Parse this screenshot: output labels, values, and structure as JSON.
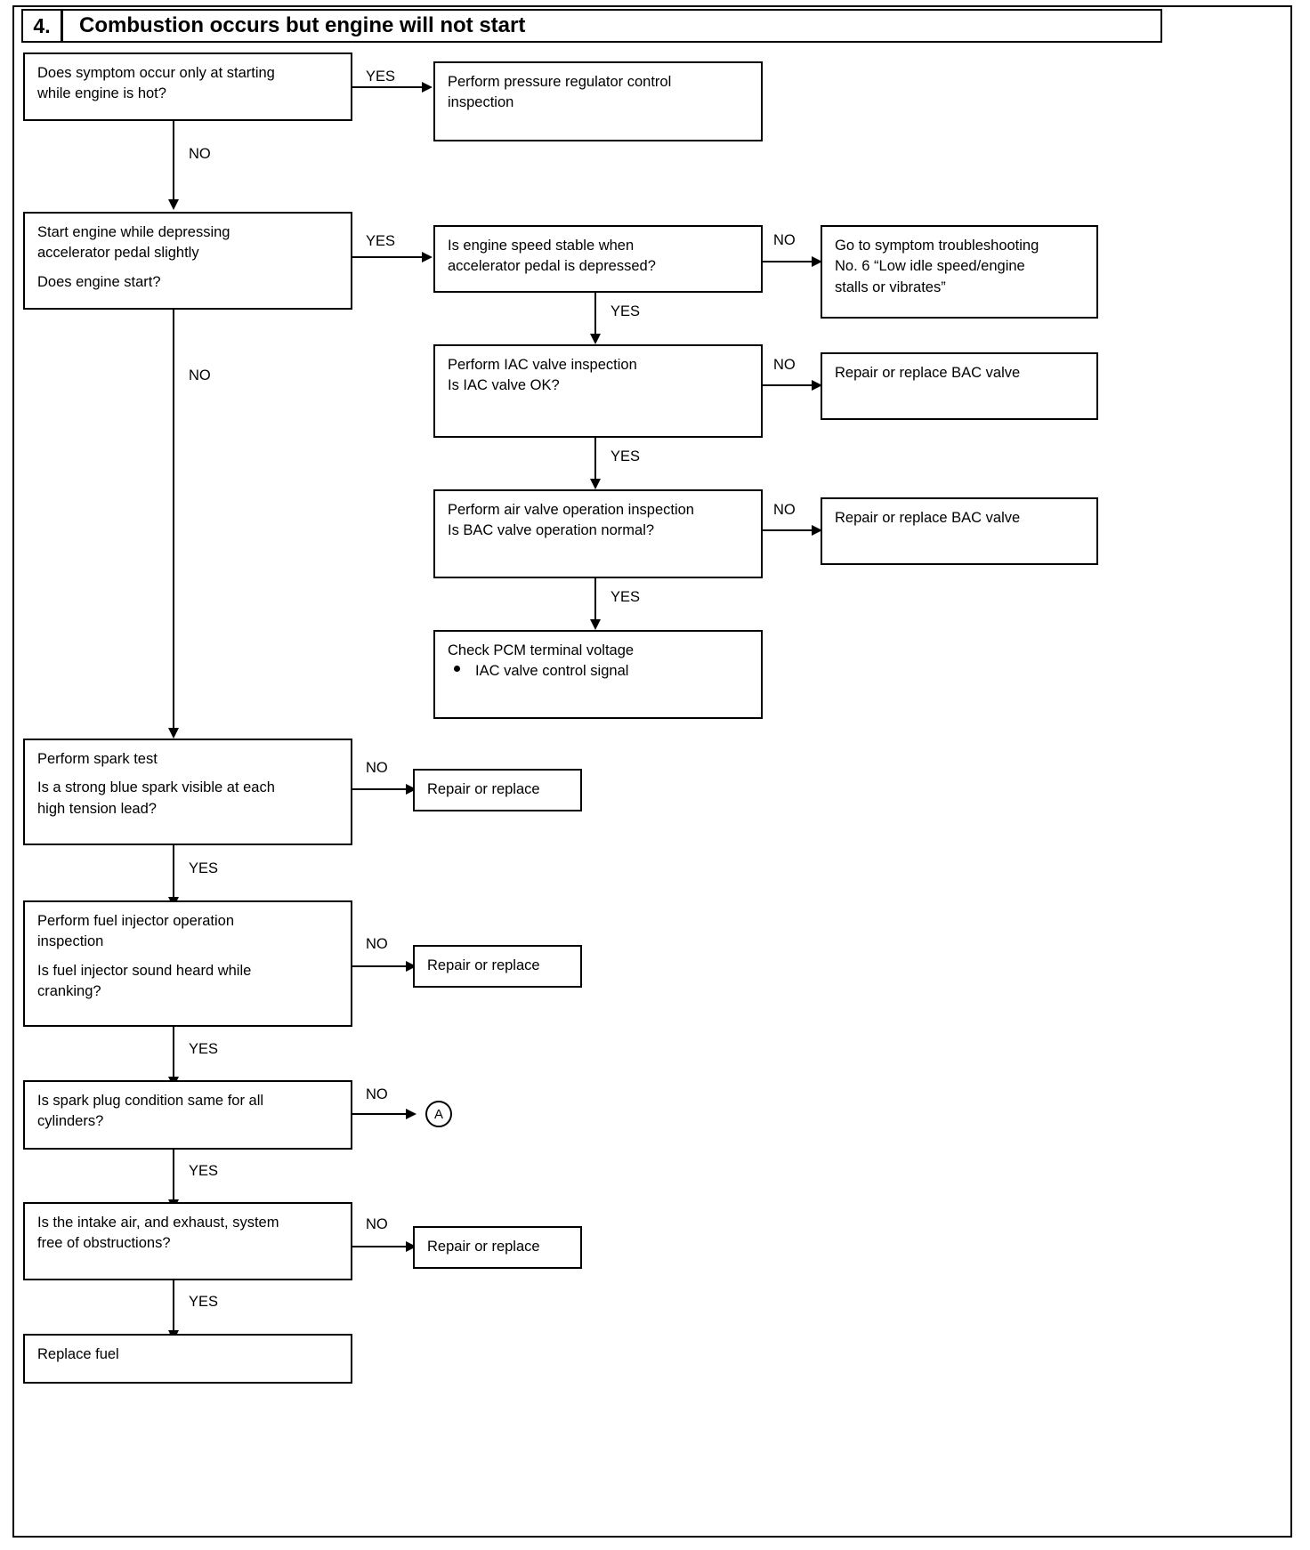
{
  "header": {
    "number": "4.",
    "title": "Combustion occurs but engine will not start"
  },
  "connector_labels": {
    "yes": "YES",
    "no": "NO"
  },
  "connector_symbol": "A",
  "boxes": {
    "hot_start_symptom": {
      "line1": "Does symptom occur only at starting",
      "line2": "while engine is hot?"
    },
    "pressure_regulator": {
      "line1": "Perform pressure regulator control",
      "line2": "inspection"
    },
    "start_engine_depressing": {
      "line1": "Start engine while depressing",
      "line2": "accelerator pedal slightly",
      "line3": "Does engine start?"
    },
    "engine_speed_stable": {
      "line1": "Is engine speed stable when",
      "line2": "accelerator pedal is depressed?"
    },
    "goto_symptom_no6": {
      "line1": "Go to symptom troubleshooting",
      "line2": "No. 6 “Low idle speed/engine",
      "line3": "stalls or vibrates”"
    },
    "iac_valve_inspection": {
      "line1": "Perform IAC valve inspection",
      "line2": "Is IAC valve OK?"
    },
    "repair_bac_valve_1": {
      "line1": "Repair or replace BAC valve"
    },
    "air_valve_operation": {
      "line1": "Perform air valve operation inspection",
      "line2": "Is BAC valve operation normal?"
    },
    "repair_bac_valve_2": {
      "line1": "Repair or replace BAC valve"
    },
    "check_pcm_voltage": {
      "line1": "Check PCM terminal voltage",
      "bullet1": "IAC valve control signal"
    },
    "spark_test": {
      "line1": "Perform spark test",
      "line2": "Is a strong blue spark visible at each",
      "line3": "high tension lead?"
    },
    "repair_or_replace_1": {
      "line1": "Repair or replace"
    },
    "fuel_injector_operation": {
      "line1": "Perform fuel injector operation",
      "line2": "inspection",
      "line3": "Is fuel injector sound heard while",
      "line4": "cranking?"
    },
    "repair_or_replace_2": {
      "line1": "Repair or replace"
    },
    "spark_plug_condition": {
      "line1": "Is spark plug condition same for all",
      "line2": "cylinders?"
    },
    "intake_exhaust_obstruction": {
      "line1": "Is the intake air, and exhaust, system",
      "line2": "free of obstructions?"
    },
    "repair_or_replace_3": {
      "line1": "Repair or replace"
    },
    "replace_fuel": {
      "line1": "Replace fuel"
    }
  }
}
